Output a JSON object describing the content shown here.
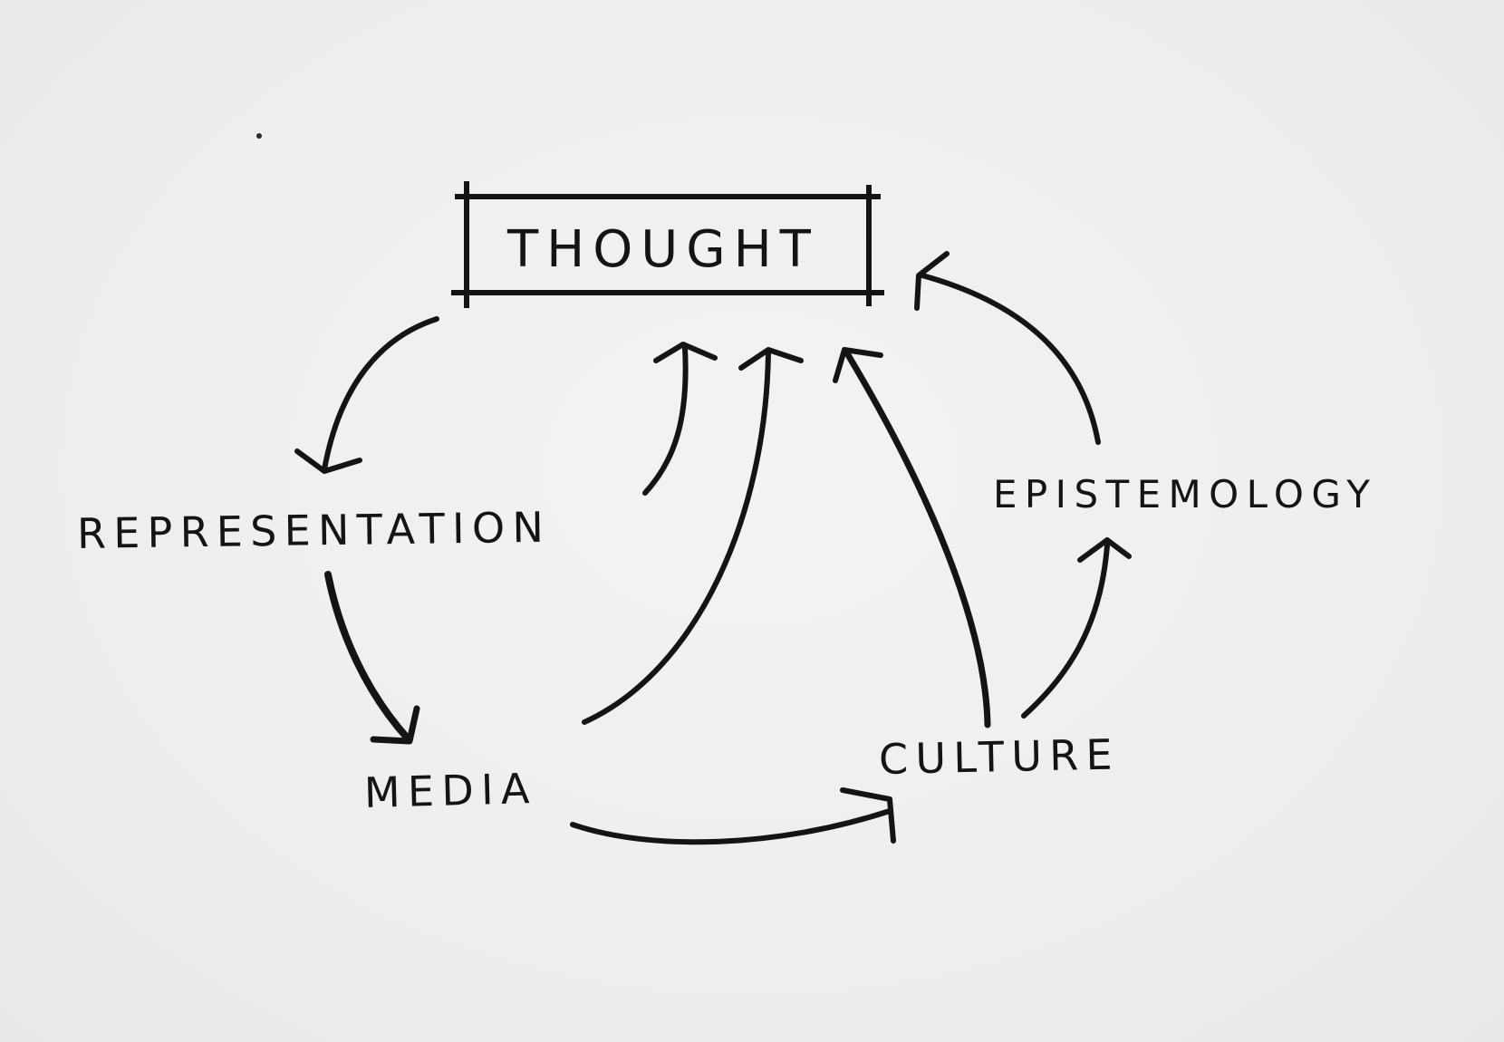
{
  "diagram": {
    "nodes": {
      "thought": "THOUGHT",
      "representation": "REPRESENTATION",
      "media": "MEDIA",
      "culture": "CULTURE",
      "epistemology": "EPISTEMOLOGY"
    },
    "edges": [
      {
        "from": "thought",
        "to": "representation"
      },
      {
        "from": "representation",
        "to": "media"
      },
      {
        "from": "representation",
        "to": "thought"
      },
      {
        "from": "media",
        "to": "thought"
      },
      {
        "from": "media",
        "to": "culture"
      },
      {
        "from": "culture",
        "to": "thought"
      },
      {
        "from": "culture",
        "to": "epistemology"
      },
      {
        "from": "epistemology",
        "to": "thought"
      }
    ],
    "ink_color": "#141414",
    "paper_color": "#efefed"
  }
}
